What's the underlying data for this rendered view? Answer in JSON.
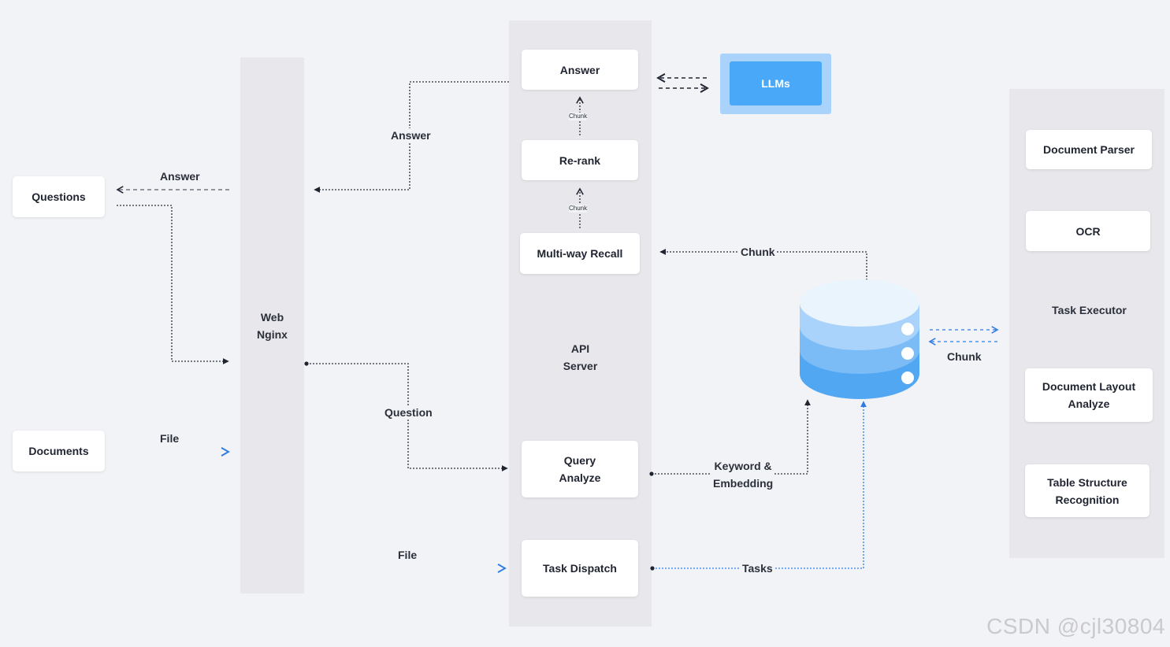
{
  "nodes": {
    "questions": "Questions",
    "documents": "Documents",
    "web_nginx": "Web\nNginx",
    "api_server": "API\nServer",
    "answer": "Answer",
    "rerank": "Re-rank",
    "multi_way_recall": "Multi-way Recall",
    "query_analyze": "Query\nAnalyze",
    "task_dispatch": "Task Dispatch",
    "llms": "LLMs",
    "document_parser": "Document Parser",
    "ocr": "OCR",
    "task_executor": "Task Executor",
    "document_layout_analyze": "Document Layout\nAnalyze",
    "table_structure_recognition": "Table Structure\nRecognition"
  },
  "edges": {
    "answer_to_questions": "Answer",
    "file_to_nginx": "File",
    "answer_to_nginx": "Answer",
    "question_to_query": "Question",
    "file_to_dispatch": "File",
    "chunk_rerank_to_answer": "Chunk",
    "chunk_recall_to_rerank": "Chunk",
    "chunk_db_to_recall": "Chunk",
    "keyword_embedding": "Keyword &\nEmbedding",
    "tasks": "Tasks",
    "chunk_db_executor": "Chunk"
  },
  "colors": {
    "background": "#f2f3f7",
    "lane": "#e8e8ec",
    "llm_outer": "#a9d3fb",
    "llm_inner": "#4aa8f8",
    "blue_edge": "#2f7be5",
    "dark_edge": "#1f2430",
    "db_top": "#eaf4fd",
    "db_layer1": "#a9d3fb",
    "db_layer2": "#7cbcf6",
    "db_layer3": "#52a7f3"
  },
  "watermark": "CSDN @cjl30804"
}
